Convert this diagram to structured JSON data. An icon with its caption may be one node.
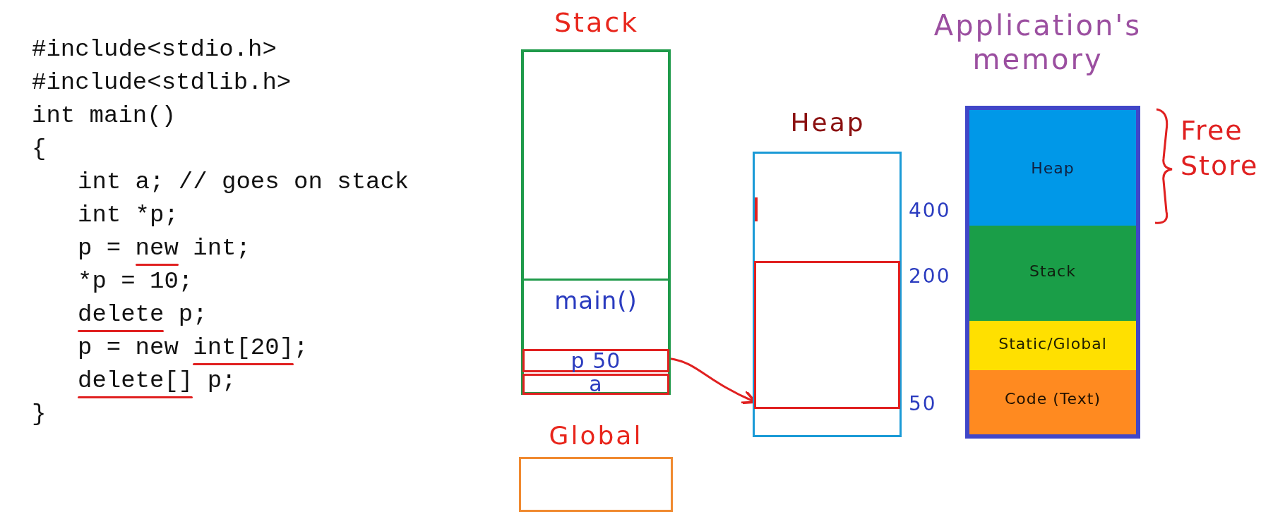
{
  "diagram": {
    "nodes": [
      {
        "text": [
          "Stack"
        ]
      },
      {
        "text": [
          "main()"
        ],
        "in": 0
      },
      {
        "text": [
          "p 50"
        ],
        "in": 1
      },
      {
        "text": [
          "a"
        ],
        "in": 1
      },
      {
        "text": [
          "Global"
        ]
      },
      {
        "text": [
          "Heap"
        ]
      },
      {
        "text": [],
        "shape": "box",
        "in": 5
      },
      {
        "text": [
          "Application's memory"
        ]
      },
      {
        "text": [
          "Heap"
        ],
        "in": 7
      },
      {
        "text": [
          "Stack"
        ],
        "in": 7
      },
      {
        "text": [
          "Static/Global"
        ],
        "in": 7
      },
      {
        "text": [
          "Code (Text)"
        ],
        "in": 7
      }
    ],
    "edges": [
      {
        "from": 2,
        "to": 6,
        "arrow": "to"
      }
    ],
    "labels": [
      "#include<stdio.h>",
      "#include<stdlib.h>",
      "int main()",
      "{",
      "int a; // goes on stack",
      "int *p;",
      "p = new int;",
      "*p = 10;",
      "delete p;",
      "p = new int[20];",
      "delete[] p;",
      "}",
      "400",
      "200",
      "50",
      "Free Store"
    ]
  }
}
